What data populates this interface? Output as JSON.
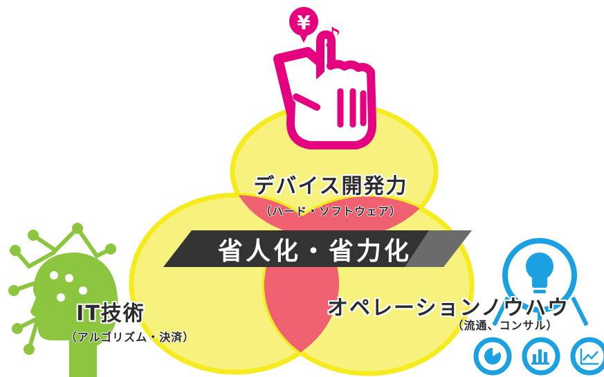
{
  "colors": {
    "circle_fill": "#f7f27e",
    "circle_stroke": "#f5eb1e",
    "overlap": "#ef6070",
    "banner": "#333333",
    "hand": "#e4007f",
    "head": "#8cc63f",
    "bulb": "#1ba1e2"
  },
  "top_circle": {
    "title": "デバイス開発力",
    "subtitle": "（ハード・ソフトウェア）"
  },
  "left_circle": {
    "title": "IT技術",
    "subtitle": "（アルゴリズム・決済）"
  },
  "right_circle": {
    "title": "オペレーションノウハウ",
    "subtitle": "（流通、コンサル）"
  },
  "center_banner": {
    "text": "省人化・省力化"
  },
  "icons": {
    "top": "pointing-hand-icon",
    "yen": "yen-bubble-icon",
    "note": "music-note-icon",
    "left": "head-circuit-icon",
    "right": "lightbulb-icon",
    "right_small": [
      "pie-chart-icon",
      "bar-chart-icon",
      "line-chart-icon"
    ]
  },
  "yen_symbol": "¥",
  "note_symbol": "♪"
}
